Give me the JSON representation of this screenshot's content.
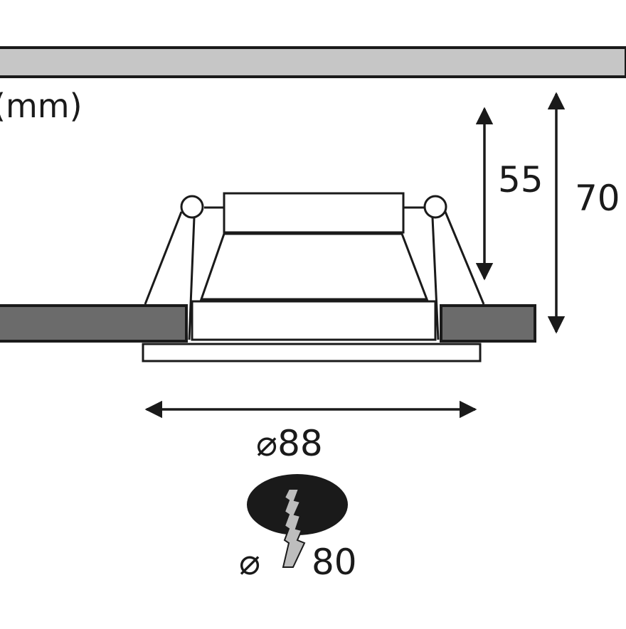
{
  "drawing": {
    "unit_label": "(mm)",
    "dimensions": {
      "installation_depth": "55",
      "total_height": "70",
      "outer_diameter": "⌀88",
      "cutout_diameter": "80",
      "cutout_symbol": "⌀"
    }
  },
  "colors": {
    "line": "#1a1a1a",
    "ceiling": "#c6c6c6",
    "board": "#6b6b6b",
    "fill_white": "#ffffff"
  }
}
